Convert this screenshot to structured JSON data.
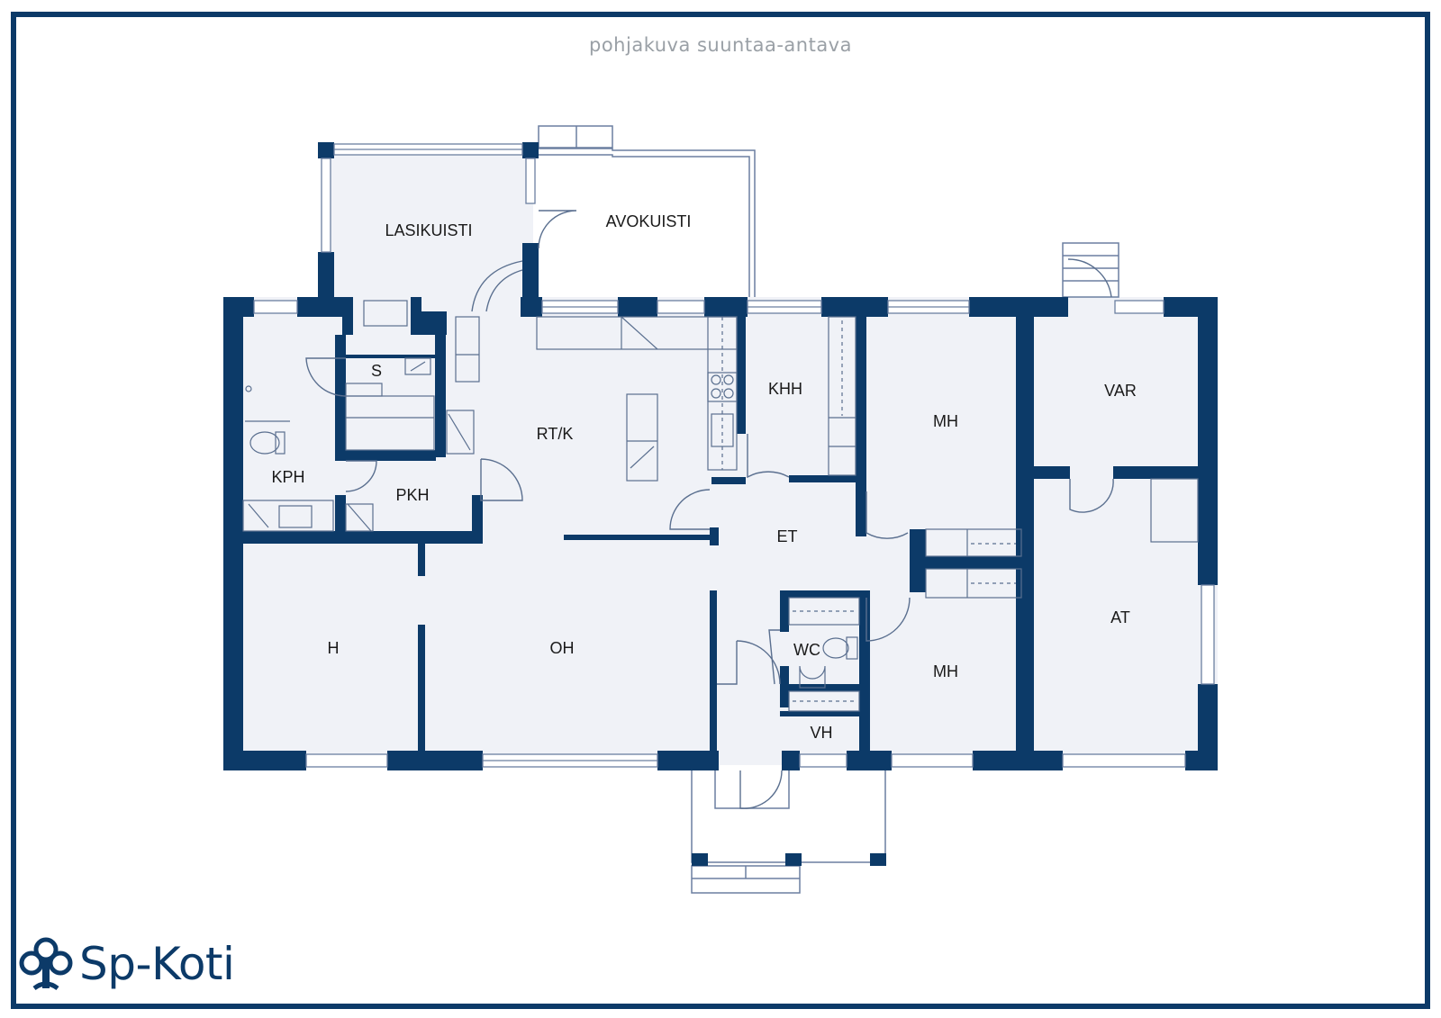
{
  "caption": "pohjakuva suuntaa-antava",
  "brand": {
    "name": "Sp-Koti",
    "logo_icon": "oak-tree-logo-icon",
    "color": "#0c3a68"
  },
  "colors": {
    "wall": "#0c3a68",
    "floor": "#f0f2f7",
    "outline": "#5a6f8f",
    "frame": "#0c3a68"
  },
  "rooms": {
    "lasikuisti": "LASIKUISTI",
    "avokuisti": "AVOKUISTI",
    "s": "S",
    "kph": "KPH",
    "pkh": "PKH",
    "rtk": "RT/K",
    "khh": "KHH",
    "mh1": "MH",
    "var": "VAR",
    "et": "ET",
    "at": "AT",
    "h": "H",
    "oh": "OH",
    "wc": "WC",
    "mh2": "MH",
    "vh": "VH"
  }
}
